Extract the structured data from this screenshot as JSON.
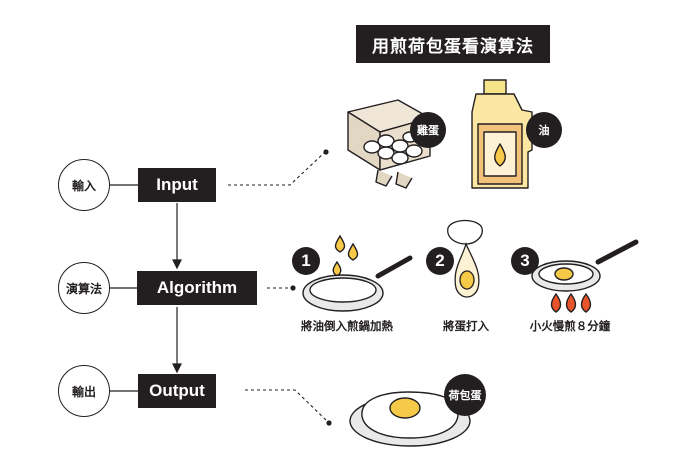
{
  "title": "用煎荷包蛋看演算法",
  "stages": {
    "input": {
      "tag": "輸入",
      "box": "Input"
    },
    "algorithm": {
      "tag": "演算法",
      "box": "Algorithm"
    },
    "output": {
      "tag": "輸出",
      "box": "Output"
    }
  },
  "ingredients": {
    "egg": "雞蛋",
    "oil": "油"
  },
  "steps": [
    {
      "num": "1",
      "label": "將油倒入煎鍋加熱"
    },
    {
      "num": "2",
      "label": "將蛋打入"
    },
    {
      "num": "3",
      "label": "小火慢煎８分鐘"
    }
  ],
  "result": "荷包蛋",
  "colors": {
    "dark": "#231f20",
    "yolk": "#f7c948",
    "flame": "#e8542a",
    "oil": "#fbe7a1"
  }
}
